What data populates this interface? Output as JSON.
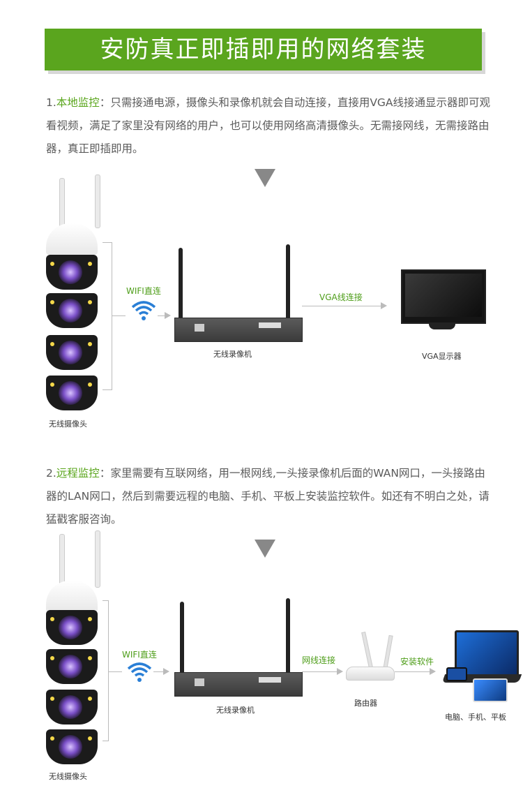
{
  "banner": {
    "title": "安防真正即插即用的网络套装",
    "color": "#5aa51e"
  },
  "section1": {
    "number": "1.",
    "keyword": "本地监控",
    "text": "：只需接通电源，摄像头和录像机就会自动连接，直接用VGA线接通显示器即可观看视频，满足了家里没有网络的用户，也可以使用网络高清摄像头。无需接网线，无需接路由器，真正即插即用。",
    "labels": {
      "wifi": "WIFI直连",
      "vga": "VGA线连接",
      "nvr": "无线录像机",
      "monitor": "VGA显示器",
      "camera": "无线摄像头"
    }
  },
  "section2": {
    "number": "2.",
    "keyword": "远程监控",
    "text": "：家里需要有互联网络，用一根网线,一头接录像机后面的WAN网口，一头接路由器的LAN网口，然后到需要远程的电脑、手机、平板上安装监控软件。如还有不明白之处，请猛戳客服咨询。",
    "labels": {
      "wifi": "WIFI直连",
      "net": "网线连接",
      "software": "安装软件",
      "nvr": "无线录像机",
      "router": "路由器",
      "devices": "电脑、手机、平板",
      "camera": "无线摄像头"
    }
  },
  "colors": {
    "accent": "#59a51b",
    "line": "#bbbbbb"
  }
}
